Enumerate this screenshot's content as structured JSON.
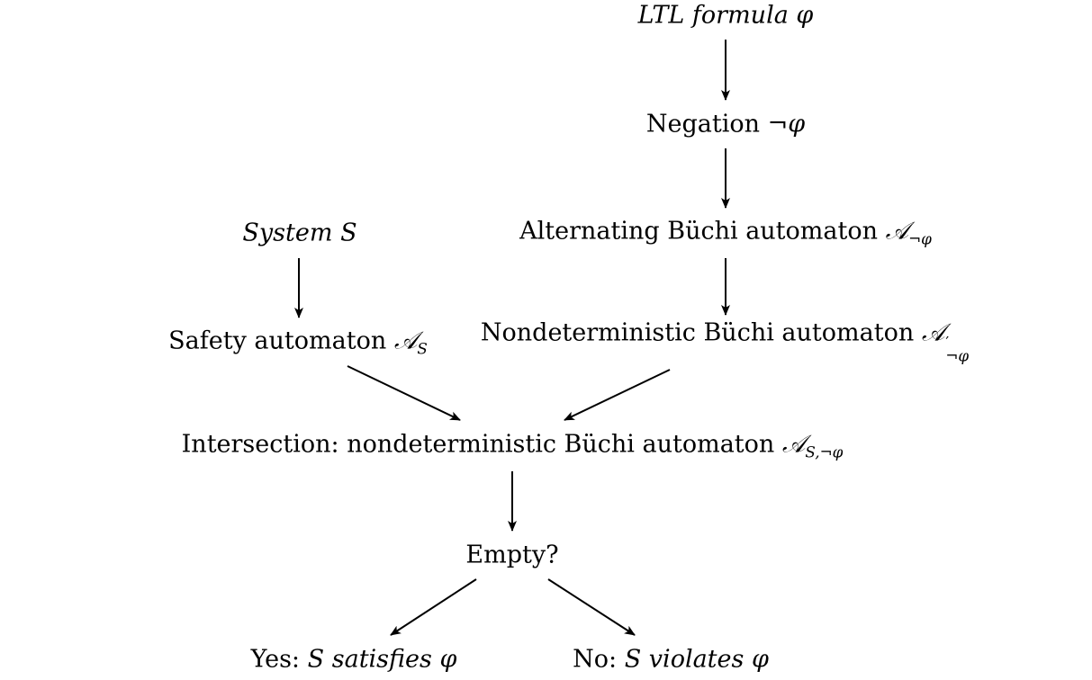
{
  "nodes": {
    "ltl": {
      "label": "LTL formula",
      "symbol": "φ"
    },
    "negation": {
      "label": "Negation",
      "symbol": "¬φ"
    },
    "alternating": {
      "label": "Alternating Büchi automaton",
      "symbol": "𝒜",
      "sub": "¬φ"
    },
    "system": {
      "label": "System",
      "symbol": "S"
    },
    "safety": {
      "label": "Safety automaton",
      "symbol": "𝒜",
      "sub": "S"
    },
    "nondet": {
      "label": "Nondeterministic Büchi automaton",
      "symbol": "𝒜",
      "prime": "′",
      "sub": "¬φ"
    },
    "intersection": {
      "label": "Intersection: nondeterministic Büchi automaton",
      "symbol": "𝒜",
      "sub": "S,¬φ"
    },
    "empty": {
      "label": "Empty?"
    },
    "yes": {
      "prefix": "Yes:",
      "subject": "S",
      "verb": "satisfies",
      "symbol": "φ"
    },
    "no": {
      "prefix": "No:",
      "subject": "S",
      "verb": "violates",
      "symbol": "φ"
    }
  }
}
